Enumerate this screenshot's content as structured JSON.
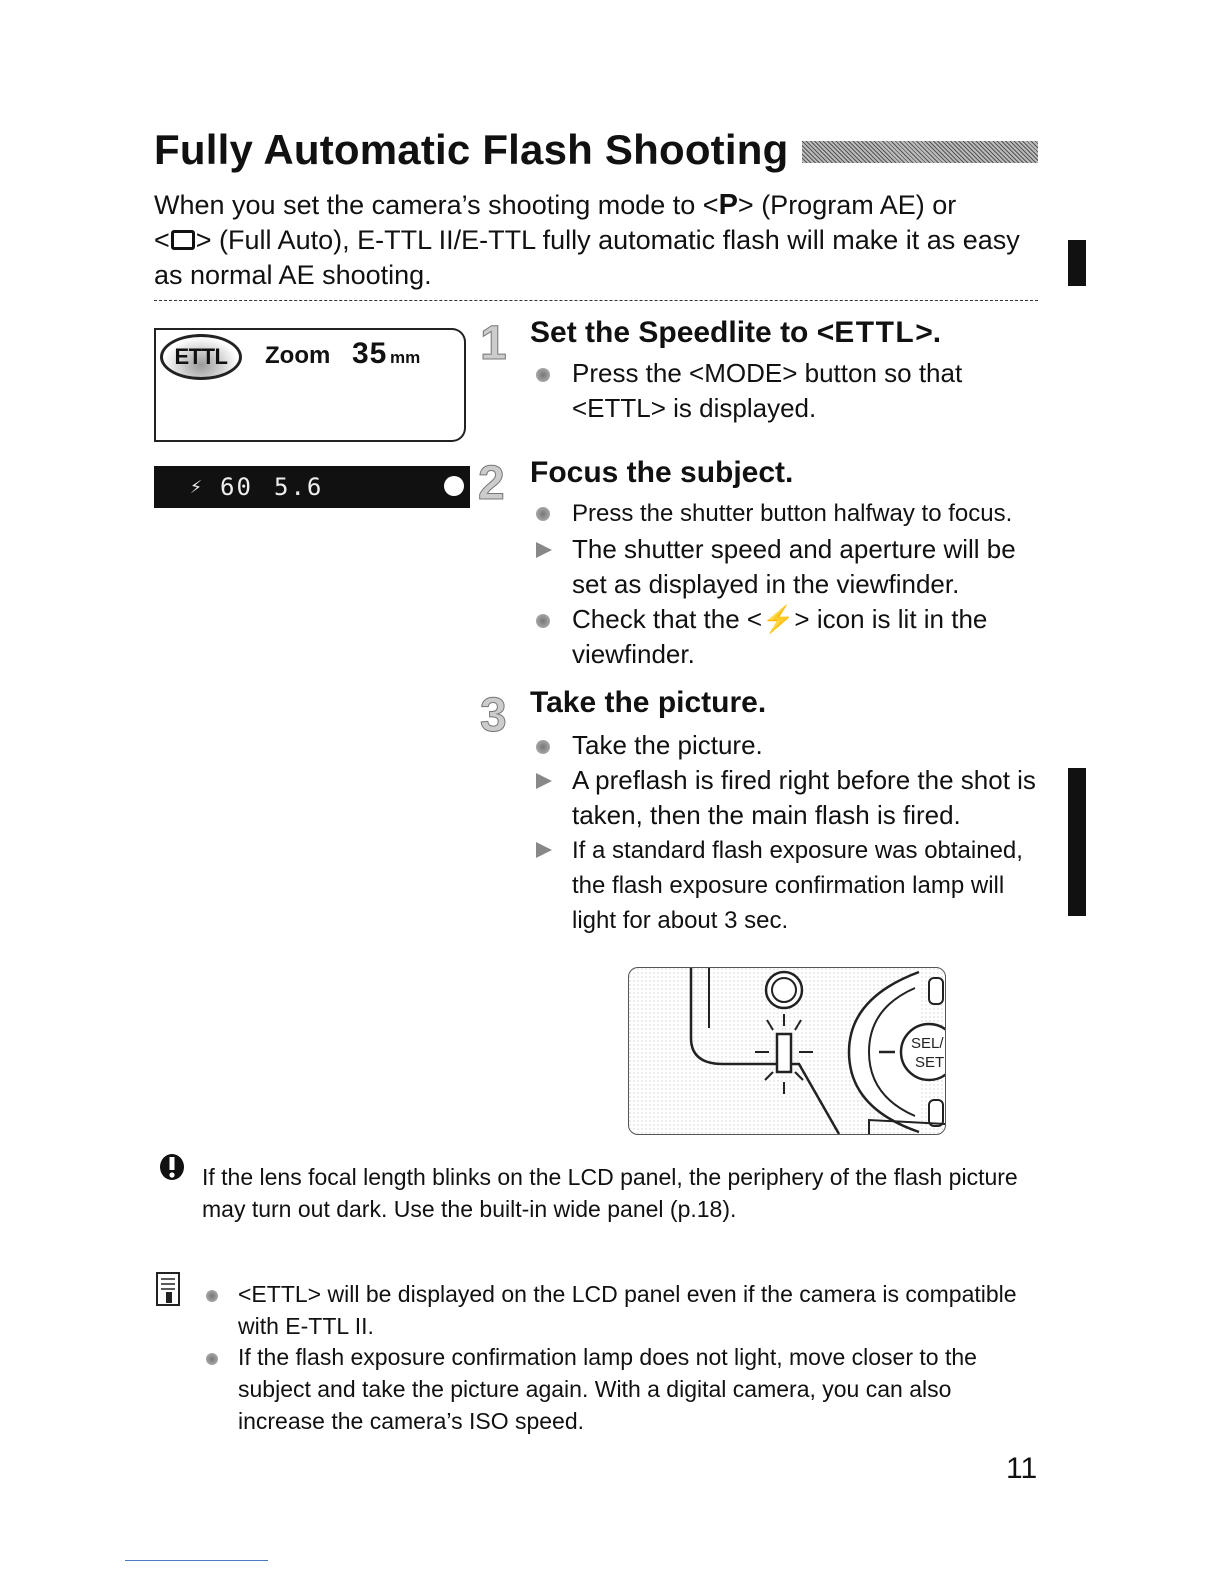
{
  "title": "Fully Automatic Flash Shooting",
  "intro": {
    "part1": "When you set the camera’s shooting mode to <",
    "p_symbol": "P",
    "part2": "> (Program AE) or",
    "part3": "<",
    "part4": "> (Full Auto), E-TTL II/E-TTL fully automatic flash will make it as easy as normal AE shooting."
  },
  "lcd": {
    "badge": "ETTL",
    "zoom_label": "Zoom",
    "zoom_value": "35",
    "zoom_unit": "mm"
  },
  "viewfinder": {
    "bolt": "⚡",
    "shutter": "60",
    "aperture": "5.6"
  },
  "steps": [
    {
      "number": "1",
      "head_pre": "Set the Speedlite to <",
      "head_mode": "ETTL",
      "head_post": ">.",
      "items": [
        {
          "type": "dot",
          "text": "Press the <MODE> button so that <ETTL> is displayed."
        }
      ]
    },
    {
      "number": "2",
      "head": "Focus the subject.",
      "items": [
        {
          "type": "dot",
          "text": "Press the shutter button halfway to focus."
        },
        {
          "type": "tri",
          "text": "The shutter speed and aperture will be set as displayed in the viewfinder."
        },
        {
          "type": "dot",
          "text": "Check that the <⚡> icon is lit in the viewfinder."
        }
      ]
    },
    {
      "number": "3",
      "head": "Take the picture.",
      "items": [
        {
          "type": "dot",
          "text": "Take the picture."
        },
        {
          "type": "tri",
          "text": "A preflash is fired right before the shot is taken, then the main flash is fired."
        },
        {
          "type": "tri",
          "text": "If a standard flash exposure was obtained, the flash exposure confirmation lamp will light for about 3 sec."
        }
      ]
    }
  ],
  "illustration": {
    "button_label_1": "SEL/",
    "button_label_2": "SET"
  },
  "caution": "If the lens focal length blinks on the LCD panel, the periphery of the flash picture may turn out dark. Use the built-in wide panel (p.18).",
  "notes": [
    "<ETTL> will be displayed on the LCD panel even if the camera is compatible with E-TTL II.",
    "If the flash exposure confirmation lamp does not light, move closer to the subject and take the picture again. With a digital camera, you can also increase the camera’s ISO speed."
  ],
  "page_number": "11"
}
